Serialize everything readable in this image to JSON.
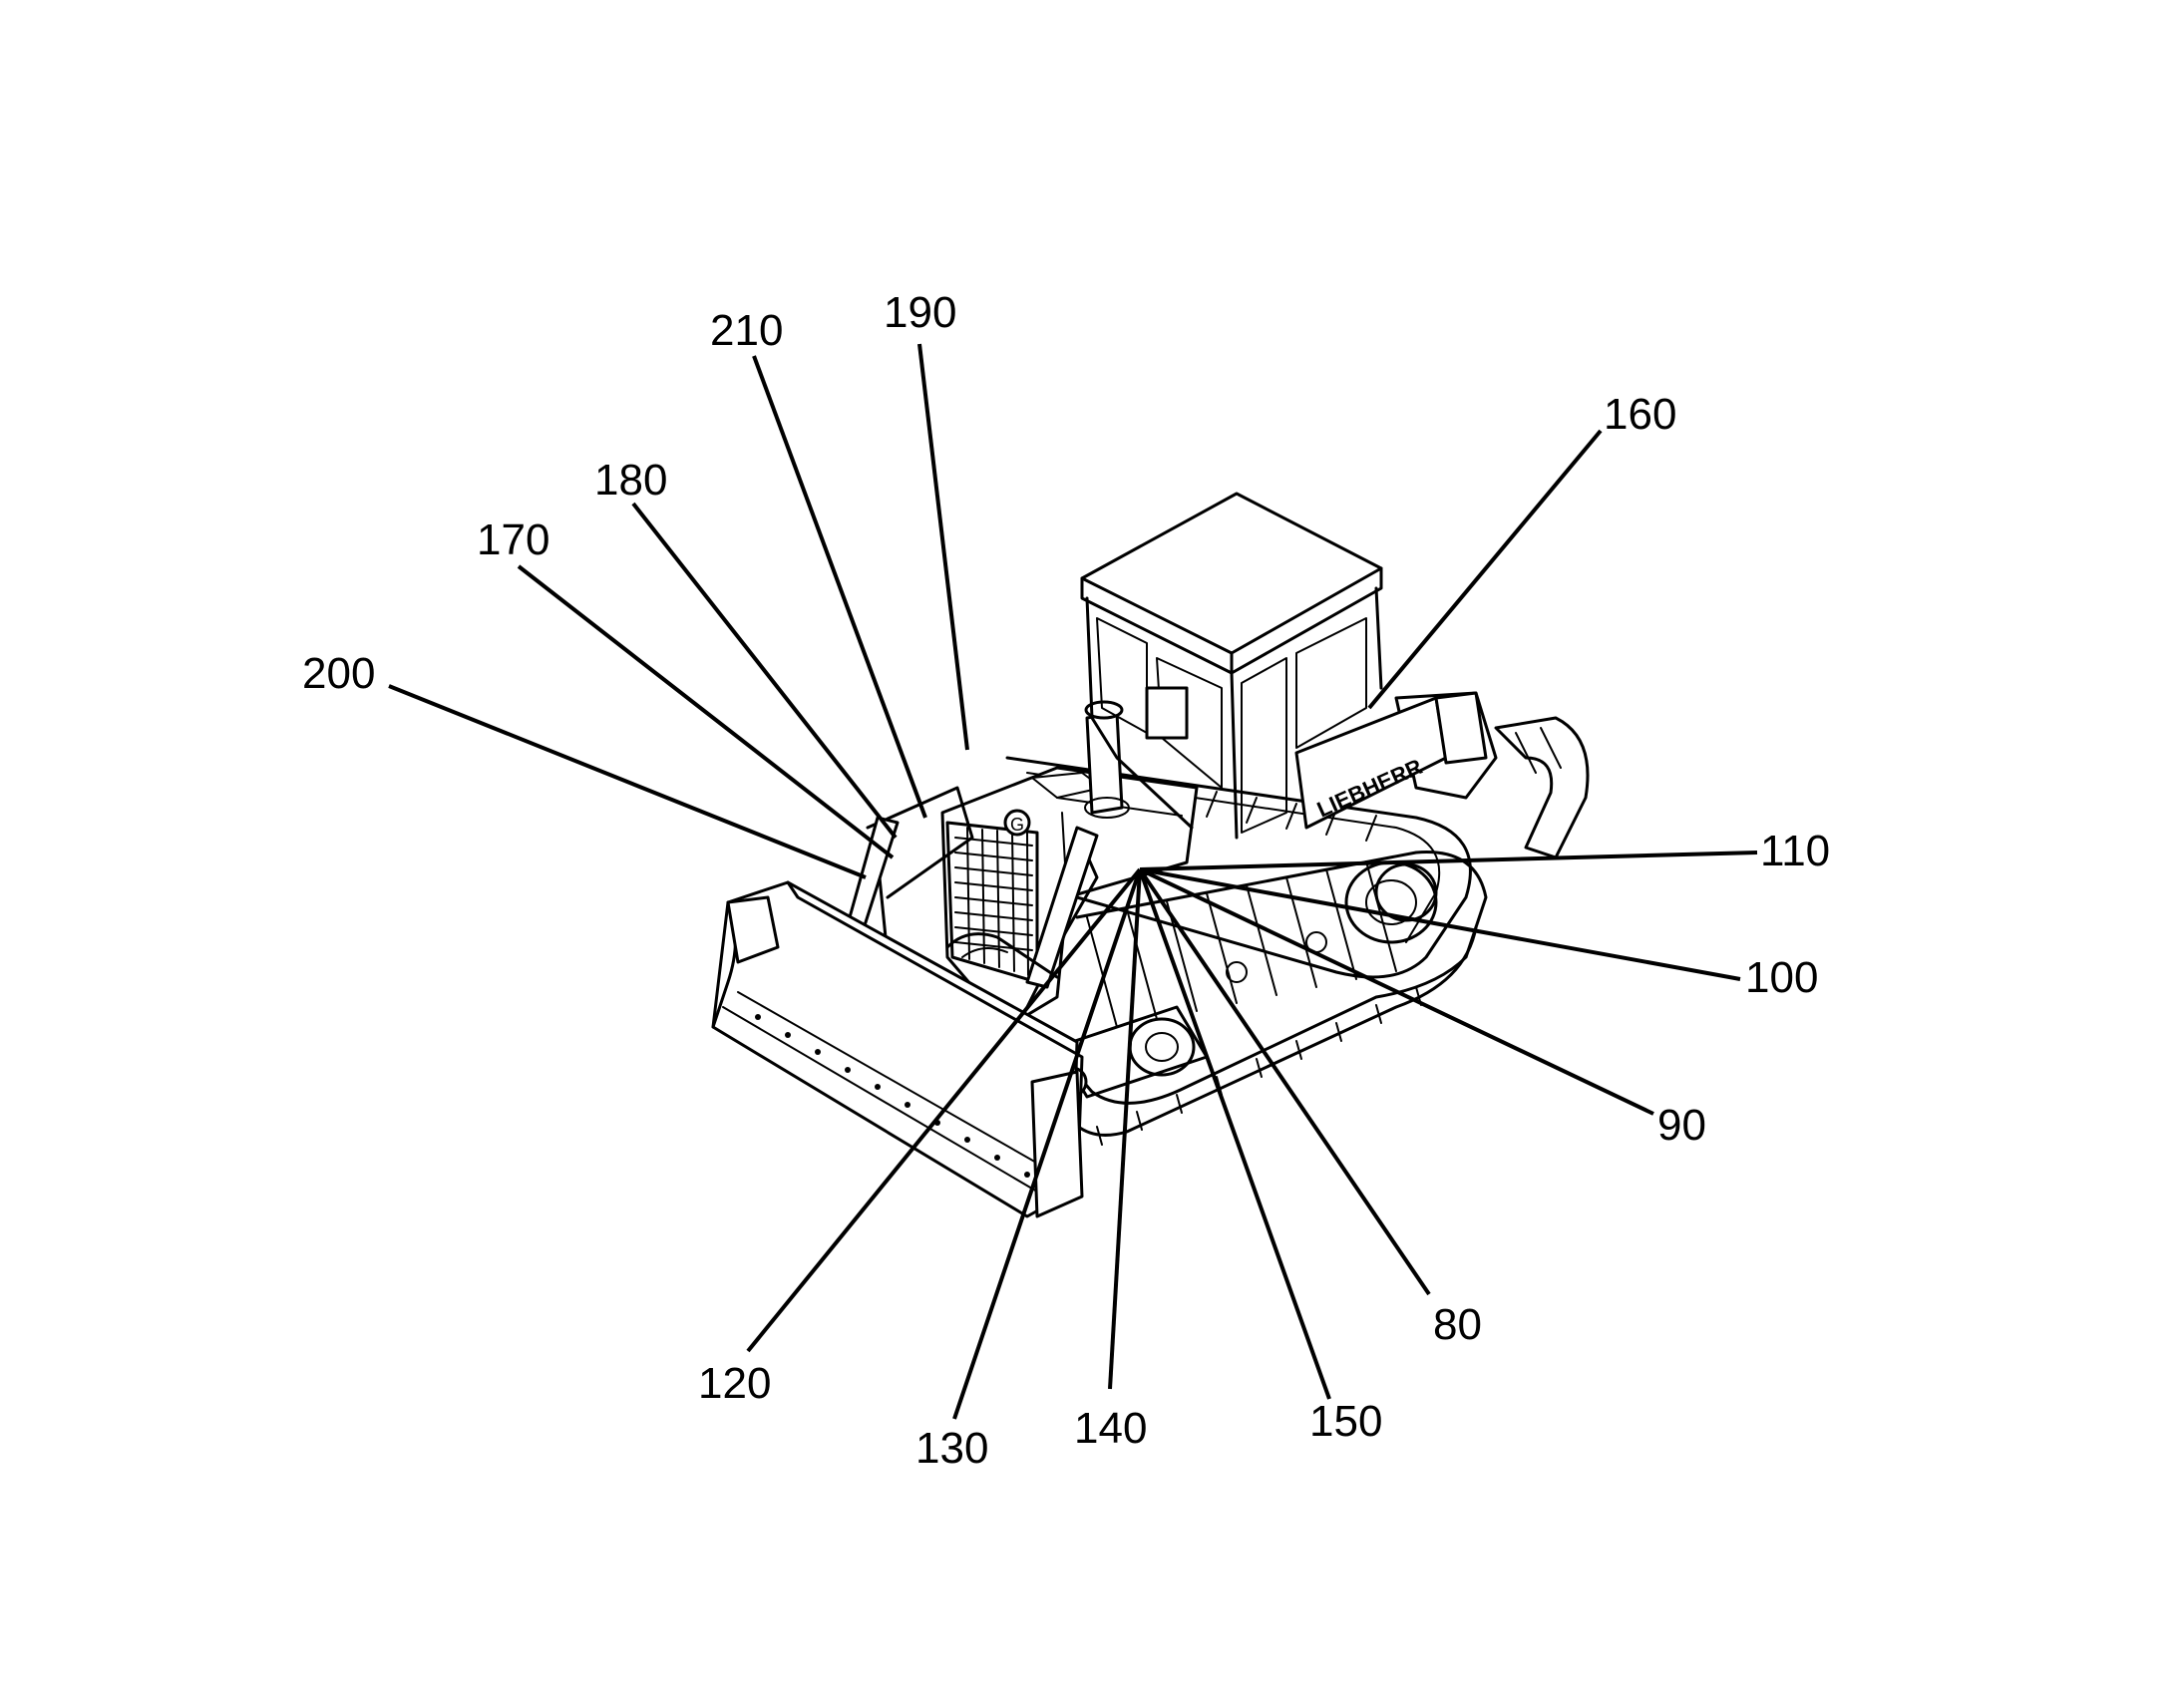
{
  "figure": {
    "brand_text": "LIEBHERR",
    "grille_letter": "G",
    "parts": [
      {
        "name": "crawler-bulldozer"
      }
    ]
  },
  "labels": {
    "l80": "80",
    "l90": "90",
    "l100": "100",
    "l110": "110",
    "l120": "120",
    "l130": "130",
    "l140": "140",
    "l150": "150",
    "l160": "160",
    "l170": "170",
    "l180": "180",
    "l190": "190",
    "l200": "200",
    "l210": "210"
  }
}
